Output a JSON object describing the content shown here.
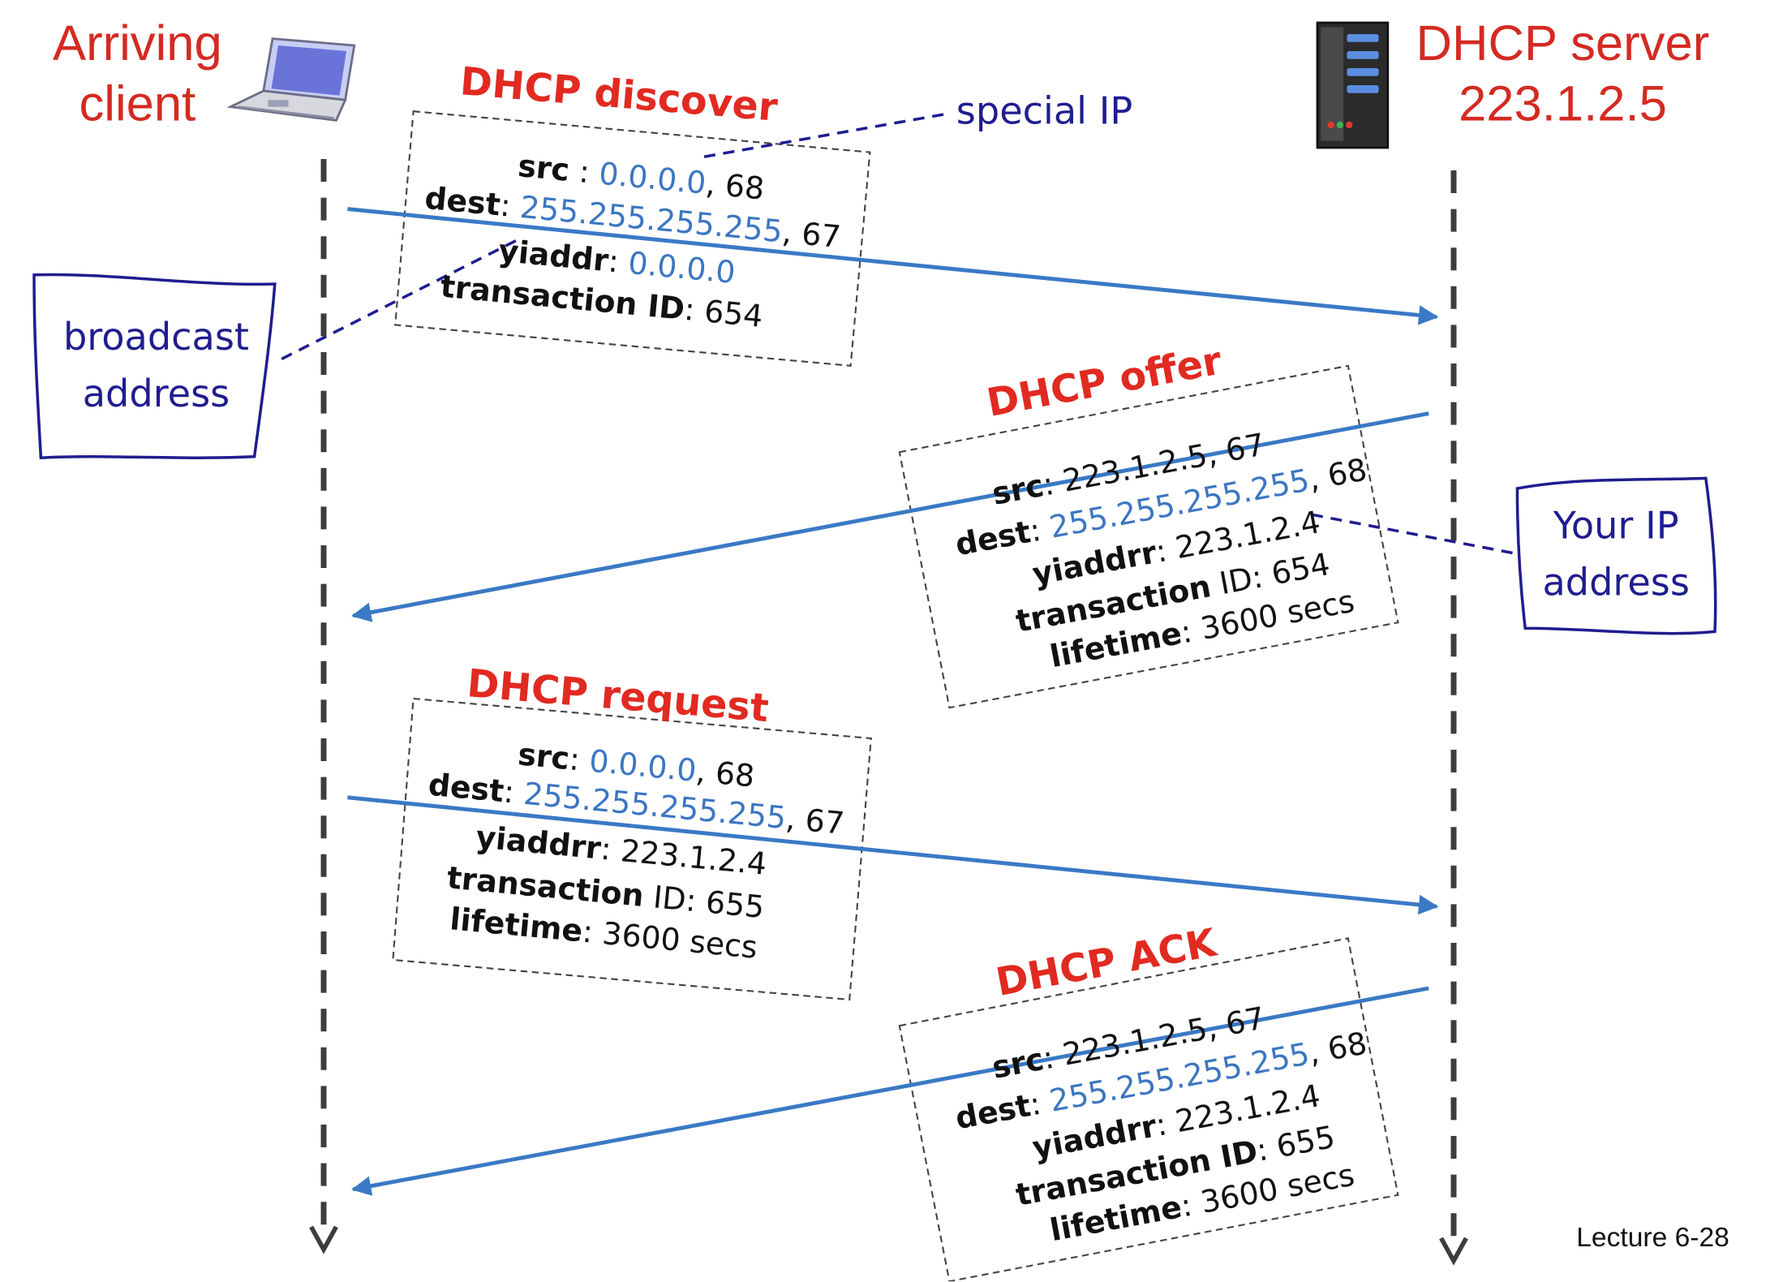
{
  "client": {
    "label_line1": "Arriving",
    "label_line2": "client"
  },
  "server": {
    "label_line1": "DHCP server",
    "label_line2": "223.1.2.5"
  },
  "notes": {
    "special_ip": "special IP",
    "broadcast_line1": "broadcast",
    "broadcast_line2": "address",
    "your_ip_line1": "Your IP",
    "your_ip_line2": "address"
  },
  "messages": {
    "discover": {
      "title": "DHCP discover",
      "src_label": "src",
      "src_sep": " : ",
      "src_ip": "0.0.0.0",
      "src_port": ", 68",
      "dest_label": "dest",
      "dest_sep": ": ",
      "dest_ip": "255.255.255.255",
      "dest_port": ", 67",
      "yiaddr_label": "yiaddr",
      "yiaddr_sep": ": ",
      "yiaddr_value": "0.0.0.0",
      "tid_label": "transaction ID",
      "tid_value": ": 654"
    },
    "offer": {
      "title": "DHCP offer",
      "src_label": "src",
      "src_value": ": 223.1.2.5, 67",
      "dest_label": "dest",
      "dest_sep": ": ",
      "dest_ip": "255.255.255.255",
      "dest_port": ", 68",
      "yiaddr_label": "yiaddrr",
      "yiaddr_value": ": 223.1.2.4",
      "tid_label": "transaction",
      "tid_value": " ID: 654",
      "lifetime_label": "lifetime",
      "lifetime_value": ": 3600 secs"
    },
    "request": {
      "title": "DHCP request",
      "src_label": "src",
      "src_sep": ":  ",
      "src_ip": "0.0.0.0",
      "src_port": ", 68",
      "dest_label": "dest",
      "dest_sep": ": ",
      "dest_ip": "255.255.255.255",
      "dest_port": ", 67",
      "yiaddr_label": "yiaddrr",
      "yiaddr_value": ": 223.1.2.4",
      "tid_label": "transaction",
      "tid_value": " ID: 655",
      "lifetime_label": "lifetime",
      "lifetime_value": ": 3600 secs"
    },
    "ack": {
      "title": "DHCP ACK",
      "src_label": "src",
      "src_value": ": 223.1.2.5, 67",
      "dest_label": "dest",
      "dest_sep": ": ",
      "dest_ip": "255.255.255.255",
      "dest_port": ", 68",
      "yiaddr_label": "yiaddrr",
      "yiaddr_value": ": 223.1.2.4",
      "tid_label": "transaction ID",
      "tid_value": ": 655",
      "lifetime_label": "lifetime",
      "lifetime_value": ": 3600 secs"
    }
  },
  "footer": "Lecture 6-28",
  "colors": {
    "arrow": "#3a79c5",
    "title_red": "#d42a22",
    "note_blue": "#1f1d8f",
    "ip_blue": "#3b76c2",
    "timeline": "#3d3d3d"
  }
}
